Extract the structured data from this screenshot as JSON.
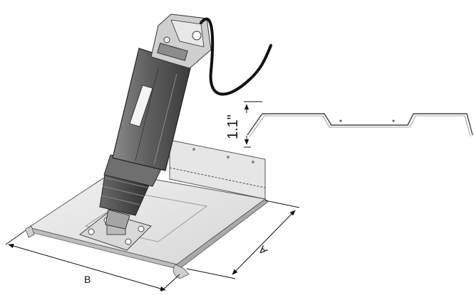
{
  "figure": {
    "labels": {
      "height_dimension": "1.1\"",
      "dimension_a": "A",
      "dimension_b": "B"
    }
  }
}
